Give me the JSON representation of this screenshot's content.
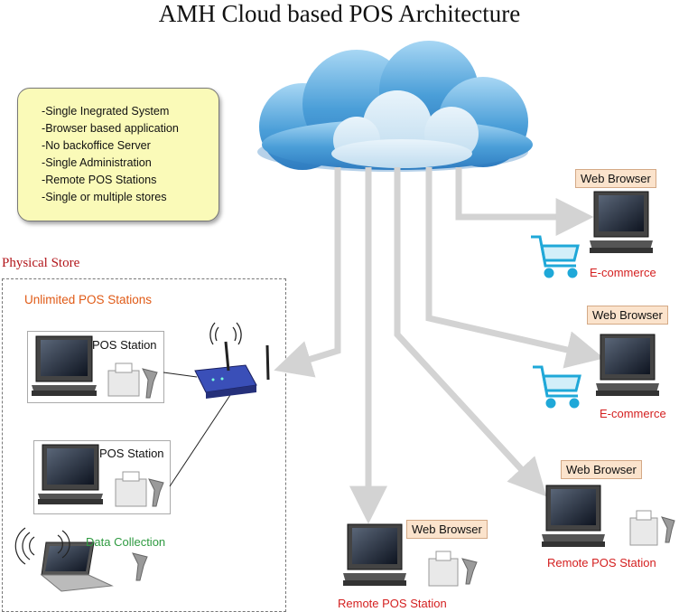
{
  "title": "AMH Cloud based POS Architecture",
  "features": [
    "-Single Inegrated System",
    "-Browser based application",
    "-No backoffice Server",
    "-Single Administration",
    "-Remote POS Stations",
    "-Single or multiple stores"
  ],
  "store": {
    "title": "Physical Store",
    "subtitle": "Unlimited POS Stations",
    "station_label": "POS Station",
    "data_collection": "Data Collection"
  },
  "remote": {
    "web_browser": "Web Browser",
    "ecommerce": "E-commerce",
    "remote_station": "Remote POS Station"
  },
  "colors": {
    "arrow": "#d3d3d3",
    "cloud": "#5aa8da",
    "cart": "#1fa8d8",
    "router": "#3a4fb8",
    "red_label": "#d42020",
    "store_title": "#b2161b"
  }
}
